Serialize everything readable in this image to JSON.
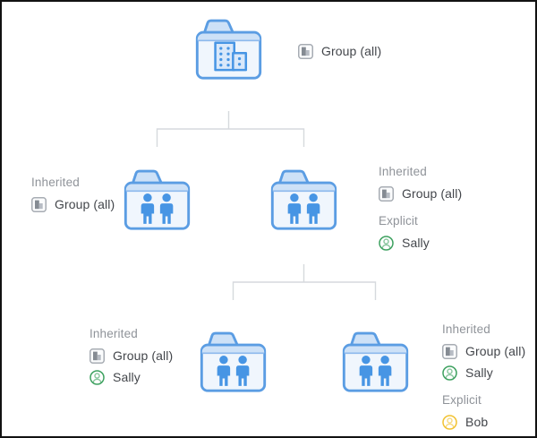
{
  "diagram_title": "folder-permission-inheritance-tree",
  "colors": {
    "folder_outline": "#5b9de3",
    "folder_body": "#f0f6fd",
    "folder_tab": "#cde1f7",
    "folder_inner_line": "#8db9ed",
    "folder_content_blue": "#4795e4",
    "connector_line": "#d6d9dd",
    "section_header_text": "#8f9399",
    "permission_name_text": "#43464b",
    "group_icon_gray": "#858b93",
    "group_icon_light_gray": "#b7bcc4",
    "member_green": "#3da15f",
    "member_yellow": "#f1c232",
    "diagram_border": "#121212",
    "background": "#ffffff"
  },
  "icons": {
    "root_folder": "buildings-folder-icon",
    "child_folder": "people-folder-icon",
    "group": "group-building-icon",
    "member_green": "person-circle-green-icon",
    "member_yellow": "person-circle-yellow-icon"
  },
  "labels": {
    "root": {
      "sections": [
        {
          "items": [
            {
              "kind": "group",
              "name": "Group (all)"
            }
          ]
        }
      ]
    },
    "mid_left": {
      "sections": [
        {
          "header": "Inherited",
          "items": [
            {
              "kind": "group",
              "name": "Group (all)"
            }
          ]
        }
      ]
    },
    "mid_right": {
      "sections": [
        {
          "header": "Inherited",
          "items": [
            {
              "kind": "group",
              "name": "Group (all)"
            }
          ]
        },
        {
          "header": "Explicit",
          "items": [
            {
              "kind": "member-green",
              "name": "Sally"
            }
          ]
        }
      ]
    },
    "bottom_left": {
      "sections": [
        {
          "header": "Inherited",
          "items": [
            {
              "kind": "group",
              "name": "Group (all)"
            },
            {
              "kind": "member-green",
              "name": "Sally"
            }
          ]
        }
      ]
    },
    "bottom_right": {
      "sections": [
        {
          "header": "Inherited",
          "items": [
            {
              "kind": "group",
              "name": "Group (all)"
            },
            {
              "kind": "member-green",
              "name": "Sally"
            }
          ]
        },
        {
          "header": "Explicit",
          "items": [
            {
              "kind": "member-yellow",
              "name": "Bob"
            }
          ]
        }
      ]
    }
  }
}
